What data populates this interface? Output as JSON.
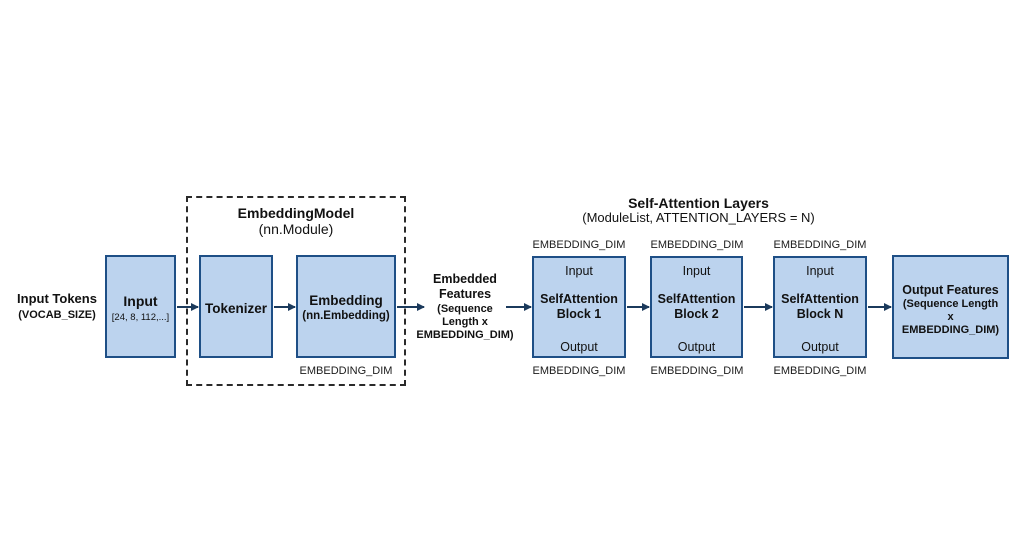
{
  "input_tokens": {
    "title": "Input Tokens",
    "sub": "(VOCAB_SIZE)"
  },
  "input_box": {
    "title": "Input",
    "sub": "[24, 8, 112,...]"
  },
  "embedding_model": {
    "title": "EmbeddingModel",
    "sub": "(nn.Module)",
    "tokenizer": "Tokenizer",
    "embedding": {
      "title": "Embedding",
      "sub": "(nn.Embedding)",
      "dim": "EMBEDDING_DIM"
    }
  },
  "embedded_features": {
    "title_line1": "Embedded",
    "title_line2": "Features",
    "sub_line1": "(Sequence",
    "sub_line2": "Length x",
    "sub_line3": "EMBEDDING_DIM)"
  },
  "self_attention": {
    "title": "Self-Attention Layers",
    "sub": "(ModuleList, ATTENTION_LAYERS = N)",
    "blocks": [
      {
        "top_dim": "EMBEDDING_DIM",
        "input": "Input",
        "line1": "SelfAttention",
        "line2": "Block 1",
        "output": "Output",
        "bottom_dim": "EMBEDDING_DIM"
      },
      {
        "top_dim": "EMBEDDING_DIM",
        "input": "Input",
        "line1": "SelfAttention",
        "line2": "Block 2",
        "output": "Output",
        "bottom_dim": "EMBEDDING_DIM"
      },
      {
        "top_dim": "EMBEDDING_DIM",
        "input": "Input",
        "line1": "SelfAttention",
        "line2": "Block N",
        "output": "Output",
        "bottom_dim": "EMBEDDING_DIM"
      }
    ]
  },
  "output_features": {
    "title": "Output Features",
    "sub_line1": "(Sequence Length",
    "sub_line2": "x",
    "sub_line3": "EMBEDDING_DIM)"
  },
  "colors": {
    "box_fill": "#bcd3ee",
    "box_border": "#1e4f86",
    "arrow": "#1b3a5c"
  }
}
